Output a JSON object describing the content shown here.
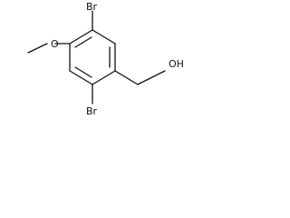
{
  "structure": {
    "labels": {
      "bromine_top": "Br",
      "oxygen_methoxy": "O",
      "bromine_bottom": "Br",
      "hydroxyl": "OH"
    },
    "colors": {
      "ink": "#111111",
      "background": "#ffffff"
    }
  }
}
